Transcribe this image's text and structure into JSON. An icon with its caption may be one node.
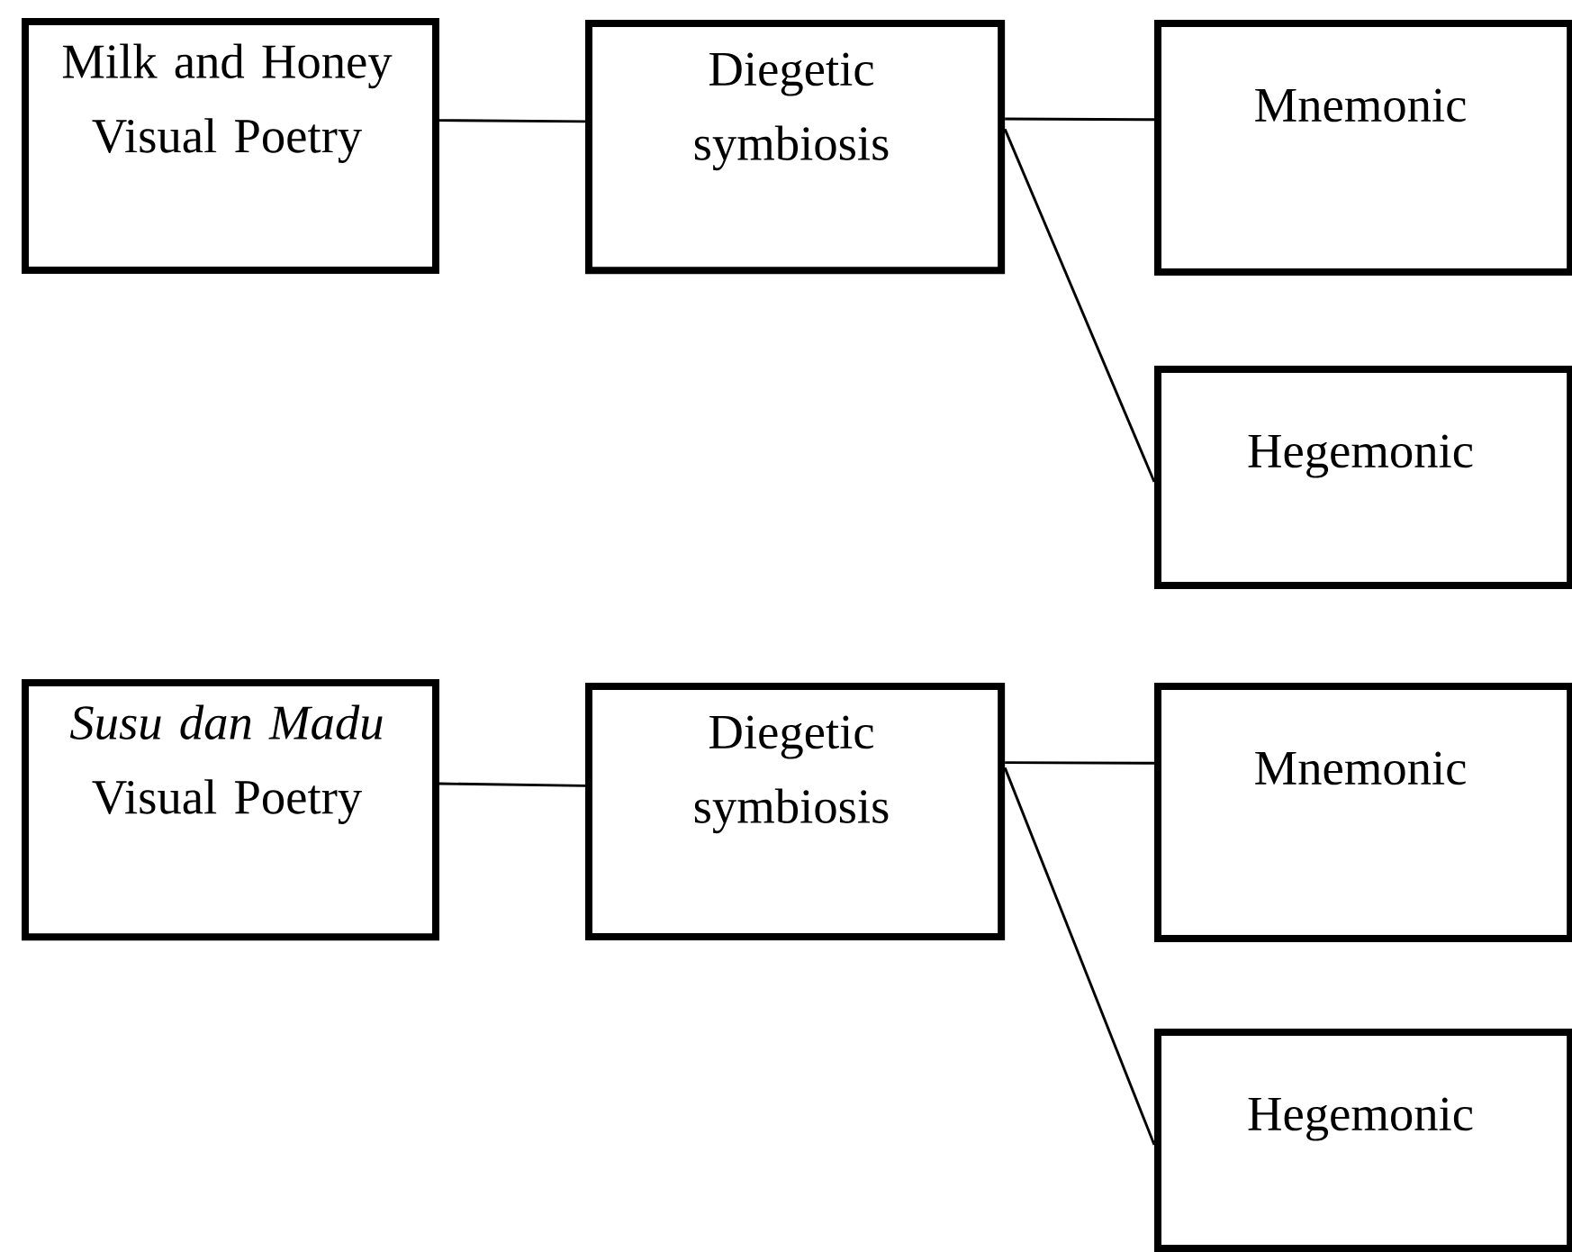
{
  "diagram": {
    "nodes": [
      {
        "text": [
          "Milk and Honey Visual Poetry"
        ]
      },
      {
        "text": [
          "Diegetic symbiosis"
        ]
      },
      {
        "text": [
          "Mnemonic"
        ]
      },
      {
        "text": [
          "Hegemonic"
        ]
      },
      {
        "text": [
          "*Susu dan Madu* Visual Poetry"
        ]
      },
      {
        "text": [
          "Diegetic symbiosis"
        ]
      },
      {
        "text": [
          "Mnemonic"
        ]
      },
      {
        "text": [
          "Hegemonic"
        ]
      }
    ],
    "edges": [
      {
        "from": 0,
        "to": 1,
        "arrow": "none"
      },
      {
        "from": 1,
        "to": 2,
        "arrow": "none"
      },
      {
        "from": 1,
        "to": 3,
        "arrow": "none"
      },
      {
        "from": 4,
        "to": 5,
        "arrow": "none"
      },
      {
        "from": 5,
        "to": 6,
        "arrow": "none"
      },
      {
        "from": 5,
        "to": 7,
        "arrow": "none"
      }
    ]
  }
}
